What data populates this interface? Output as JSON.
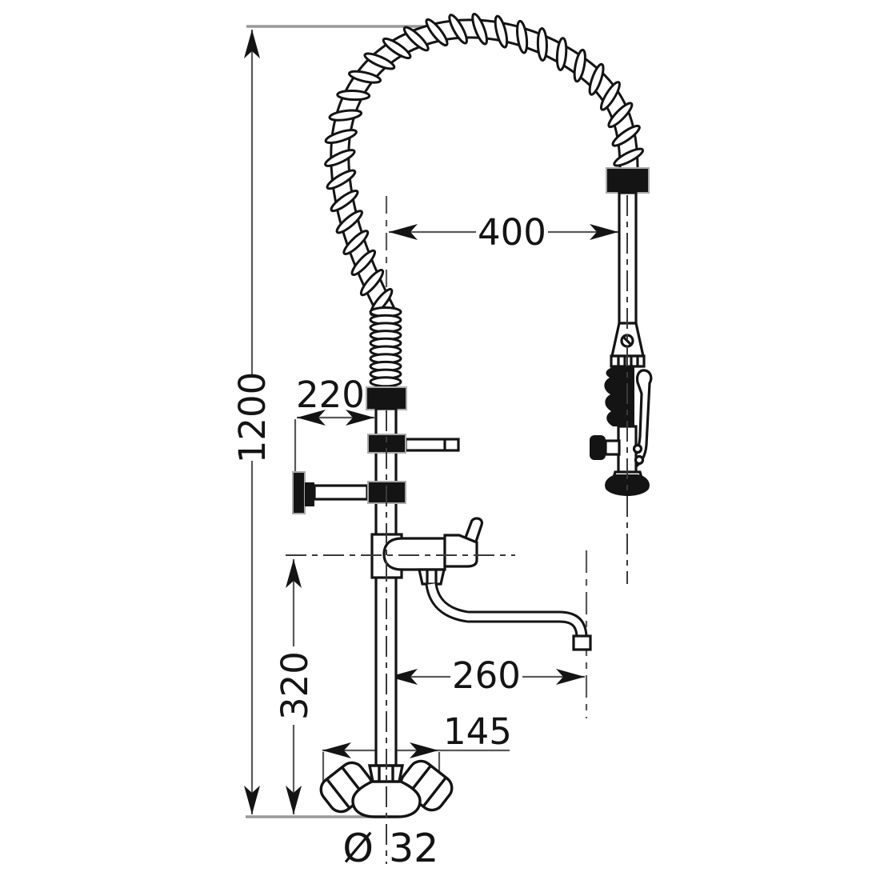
{
  "drawing": {
    "type": "technical-dimension-drawing",
    "subject": "pre-rinse-spray-faucet",
    "background": "#ffffff",
    "outline_color": "#141414",
    "dimension_line_color": "#5a5a5a",
    "extension_line_color": "#9a9a9a",
    "dimensions": {
      "overall_height": "1200",
      "hose_arc_offset": "400",
      "wall_bracket_offset": "220",
      "spout_height": "320",
      "spout_reach": "260",
      "handle_spread": "145",
      "diameter_symbol": "Ø",
      "diameter_value": "32"
    }
  }
}
